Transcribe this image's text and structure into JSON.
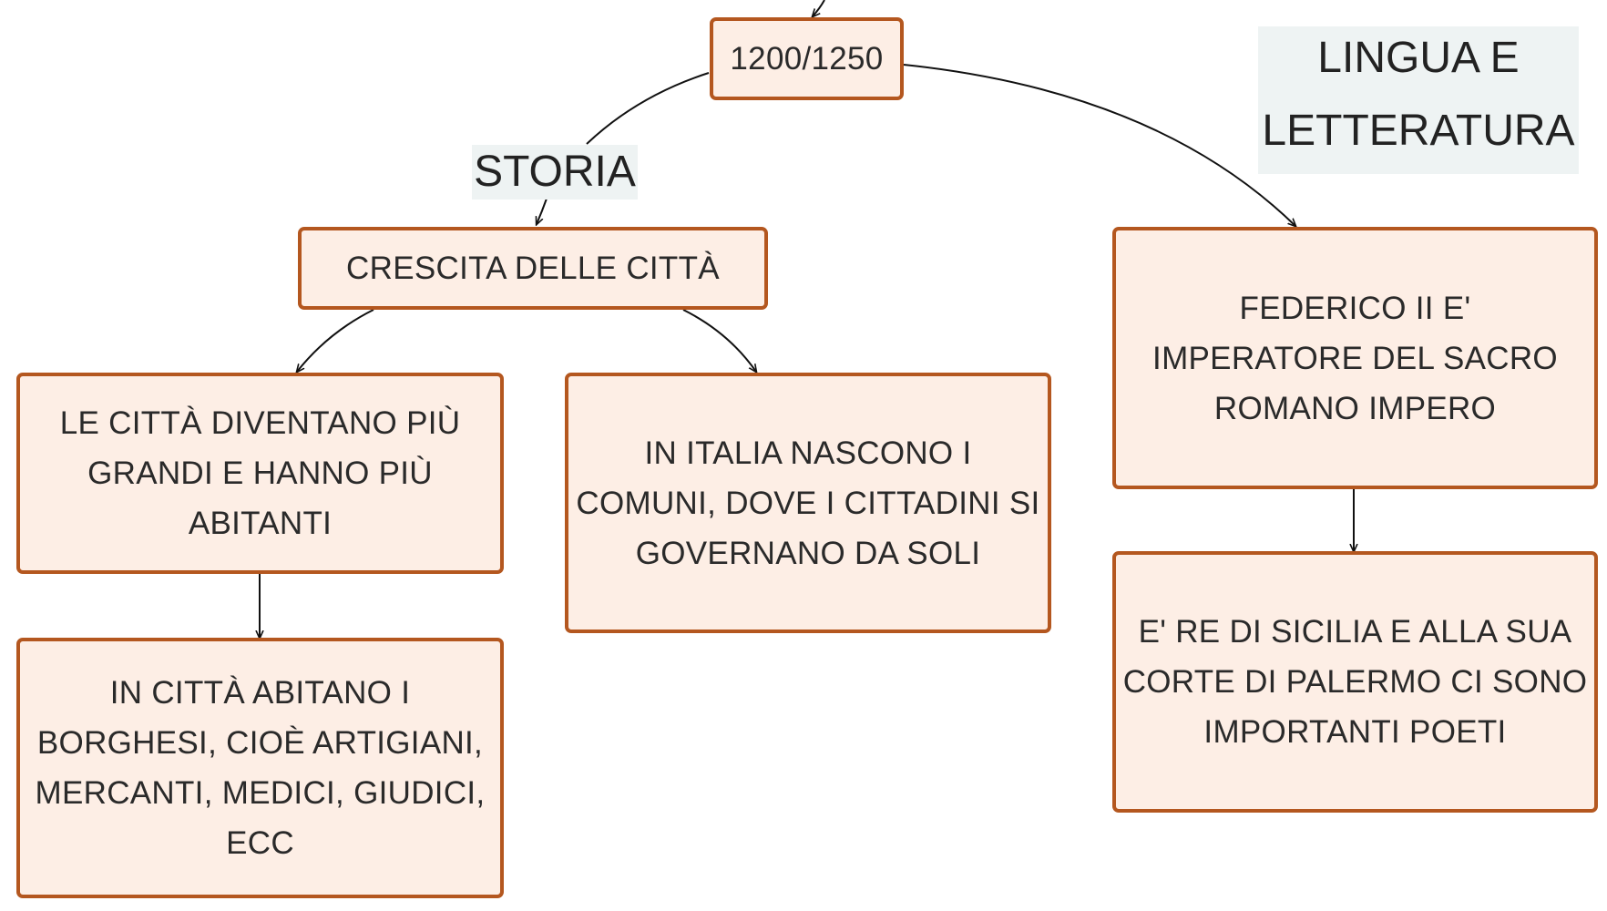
{
  "nodes": {
    "root": "1200/1250",
    "crescita": "CRESCITA DELLE CITTÀ",
    "citta_grandi": "LE CITTÀ DIVENTANO PIÙ GRANDI E HANNO PIÙ ABITANTI",
    "comuni": "IN ITALIA NASCONO I COMUNI, DOVE I CITTADINI SI GOVERNANO DA SOLI",
    "borghesi": "IN CITTÀ ABITANO I BORGHESI, CIOÈ ARTIGIANI, MERCANTI, MEDICI, GIUDICI, ECC",
    "federico": "FEDERICO II E' IMPERATORE DEL SACRO ROMANO IMPERO",
    "sicilia": "E' RE DI SICILIA E ALLA SUA CORTE DI PALERMO CI SONO IMPORTANTI POETI"
  },
  "labels": {
    "storia": "STORIA",
    "lingua_line1": "LINGUA E",
    "lingua_line2": "LETTERATURA"
  },
  "colors": {
    "node_fill": "#fdeee5",
    "node_border": "#b4571f",
    "label_bg": "#eef3f3",
    "connector": "#111111"
  }
}
